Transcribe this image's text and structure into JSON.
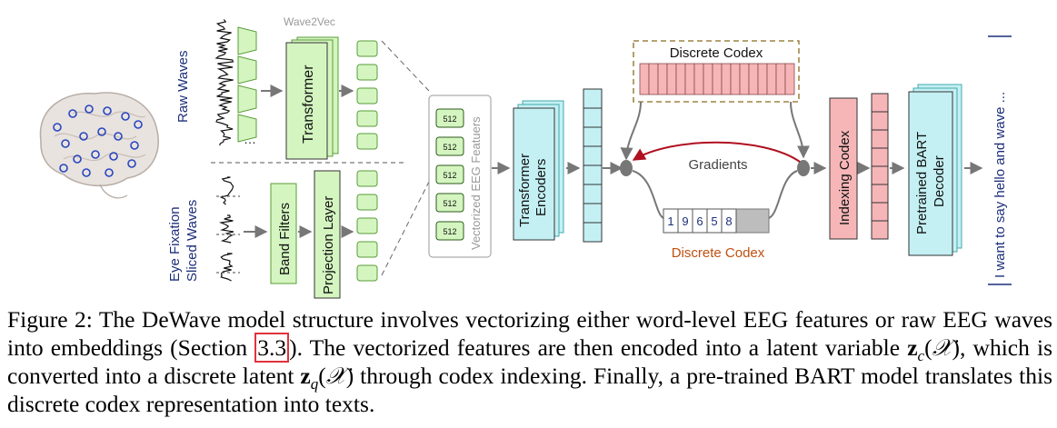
{
  "diagram": {
    "raw_waves_label": "Raw Waves",
    "sliced_waves_label_line1": "Eye Fixation",
    "sliced_waves_label_line2": "Sliced Waves",
    "wave2vec_label": "Wave2Vec",
    "transformer_label": "Transformer",
    "band_filters_label": "Band Filters",
    "projection_layer_label": "Projection Layer",
    "vectorized_features_label": "Vectorized EEG Featuers",
    "feature_dim": "512",
    "transformer_encoders_line1": "Transformer",
    "transformer_encoders_line2": "Encoders",
    "discrete_codex_top": "Discrete Codex",
    "discrete_codex_bottom": "Discrete Codex",
    "codex_indices": [
      "1",
      "9",
      "6",
      "5",
      "8"
    ],
    "gradients_label": "Gradients",
    "indexing_codex_label": "Indexing Codex",
    "bart_line1": "Pretrained BART",
    "bart_line2": "Decoder",
    "output_text": "I want to say hello and wave ...",
    "dots": "…",
    "colors": {
      "green_fill": "#d4f5c0",
      "green_stroke": "#5a9c3a",
      "cyan_fill": "#c4f0f4",
      "pink_fill": "#f6b6b8",
      "grey_arrow": "#777777",
      "red_arrow": "#b01020",
      "navy_text": "#1c2f7a",
      "orange_text": "#c05010"
    }
  },
  "caption": {
    "p1": "Figure 2: The DeWave model structure involves vectorizing either word-level EEG features or raw EEG waves into embeddings (Section ",
    "ref": "3.3",
    "p2": "). The vectorized features are then encoded into a latent variable ",
    "p3": ", which is converted into a discrete latent ",
    "p4": " through codex indexing. Finally, a pre-trained BART model translates this discrete codex representation into texts."
  }
}
